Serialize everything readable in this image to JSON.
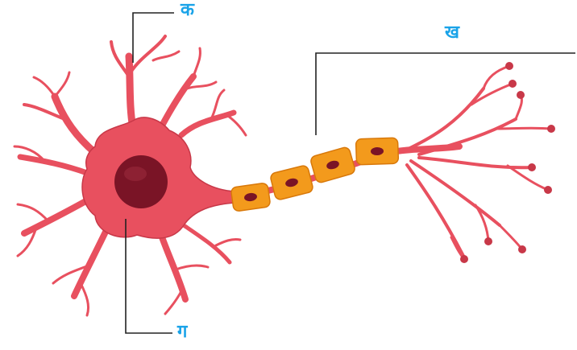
{
  "colors": {
    "neuron_fill": "#e8505f",
    "neuron_dark": "#c83848",
    "soma_light": "#f07a86",
    "nucleus": "#7a1426",
    "myelin": "#f39a1c",
    "myelin_edge": "#d8780a",
    "schwann_nucleus": "#7a1426",
    "label_text": "#1aa3e8",
    "leader_line": "#222222"
  },
  "labels": {
    "dendrite": "क",
    "axon": "ख",
    "cell_body": "ग"
  }
}
